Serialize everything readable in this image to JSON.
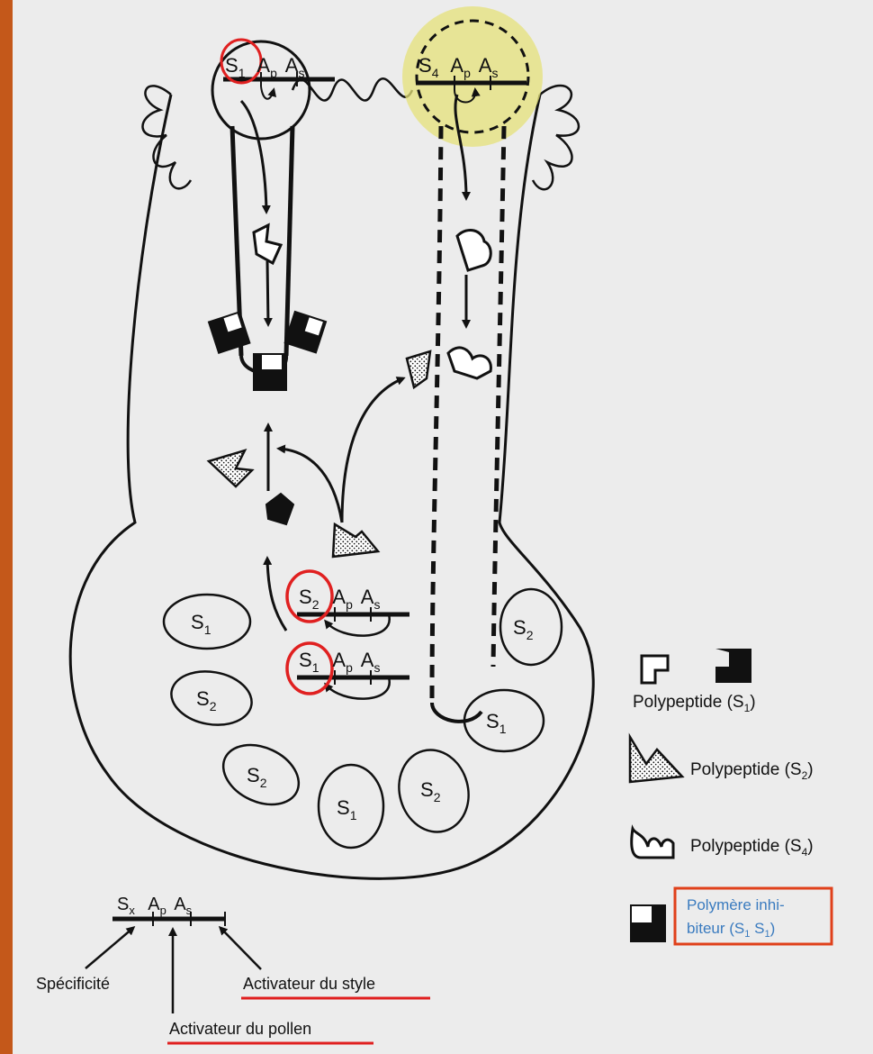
{
  "colors": {
    "frame": "#c4581a",
    "paper": "#ececec",
    "ink": "#111111",
    "highlight": "#e5e27a",
    "marker": "#e02020",
    "legend_box": "#e0401a",
    "legend_box_text": "#3a7bbf"
  },
  "pollen_left": {
    "s": "S",
    "s_sub": "1",
    "ap": "A",
    "ap_sub": "p",
    "as": "A",
    "as_sub": "s"
  },
  "pollen_right": {
    "s": "S",
    "s_sub": "4",
    "ap": "A",
    "ap_sub": "p",
    "as": "A",
    "as_sub": "s"
  },
  "gene_upper": {
    "s": "S",
    "s_sub": "2",
    "ap": "A",
    "ap_sub": "p",
    "as": "A",
    "as_sub": "s"
  },
  "gene_lower": {
    "s": "S",
    "s_sub": "1",
    "ap": "A",
    "ap_sub": "p",
    "as": "A",
    "as_sub": "s"
  },
  "ovules": [
    {
      "s": "S",
      "sub": "1"
    },
    {
      "s": "S",
      "sub": "2"
    },
    {
      "s": "S",
      "sub": "2"
    },
    {
      "s": "S",
      "sub": "1"
    },
    {
      "s": "S",
      "sub": "2"
    },
    {
      "s": "S",
      "sub": "2"
    },
    {
      "s": "S",
      "sub": "1"
    }
  ],
  "legend": {
    "s1": "Polypeptide (S",
    "s1_sub": "1",
    "s2": "Polypeptide (S",
    "s2_sub": "2",
    "s4": "Polypeptide (S",
    "s4_sub": "4",
    "poly_line1": "Polymère inhi-",
    "poly_line2": "biteur (S",
    "poly_sub1": "1",
    "poly_mid": " S",
    "poly_sub2": "1",
    "close": ")"
  },
  "key": {
    "sx": "S",
    "sx_sub": "x",
    "ap": "A",
    "ap_sub": "p",
    "as": "A",
    "as_sub": "s",
    "specificite": "Spécificité",
    "activateur_style": "Activateur du style",
    "activateur_pollen": "Activateur du pollen"
  }
}
